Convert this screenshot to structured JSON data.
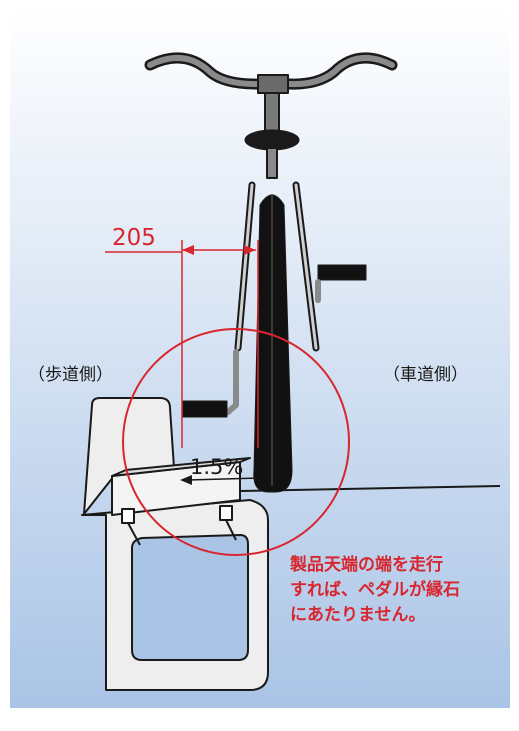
{
  "labels": {
    "sidewalk_side": "（歩道側）",
    "roadway_side": "（車道側）",
    "dimension": "205",
    "slope": "1.5%"
  },
  "note": {
    "lines": [
      "製品天端の端を走行",
      "すれば、ペダルが縁石",
      "にあたりません。"
    ]
  },
  "colors": {
    "background_top": "#ffffff",
    "background_bottom": "#aac4e6",
    "accent_red": "#d8262e",
    "curb_gray": "#eeeeee",
    "outline": "#1a1a1a"
  }
}
